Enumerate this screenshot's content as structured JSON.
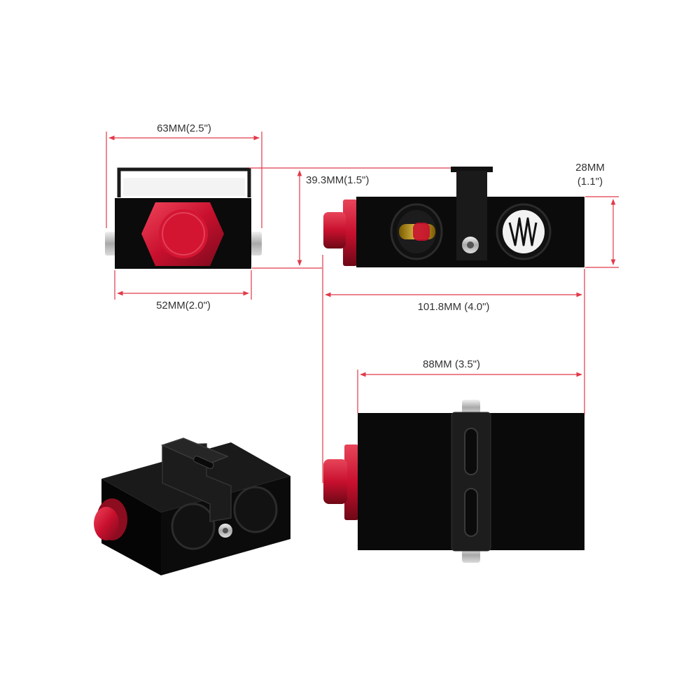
{
  "labels": {
    "front_width": "63MM(2.5\")",
    "front_base_width": "52MM(2.0\")",
    "side_height": "39.3MM(1.5\")",
    "side_body_height_mm": "28MM",
    "side_body_height_in": "(1.1\")",
    "side_total_length": "101.8MM (4.0\")",
    "top_body_length": "88MM (3.5\")"
  },
  "colors": {
    "body": "#0b0b0b",
    "anodized_red": "#c8102e",
    "dimension_line": "#e03a4a",
    "steel": "#c9c9c9",
    "label_text": "#333333"
  }
}
